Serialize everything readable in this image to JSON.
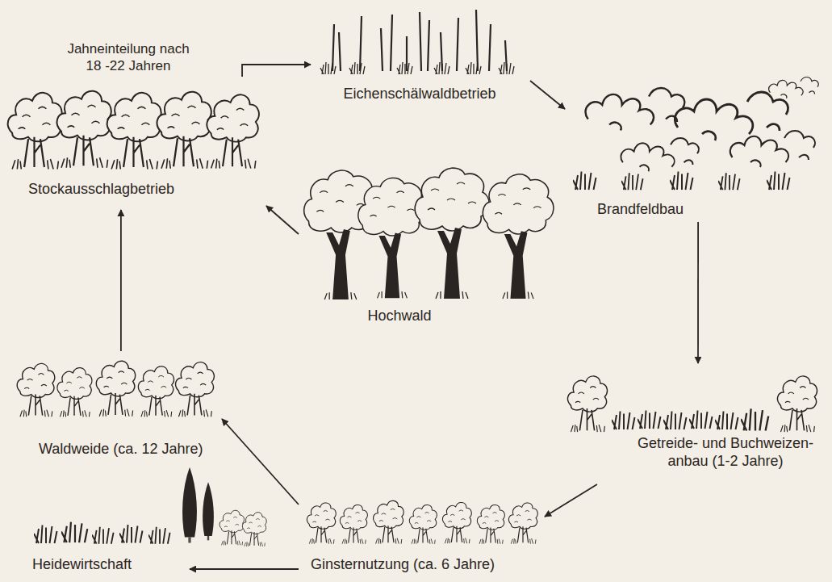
{
  "diagram": {
    "nodes": [
      {
        "text": [
          "Eichenschälwaldbetrieb"
        ]
      },
      {
        "text": [
          "Stockausschlagbetrieb"
        ]
      },
      {
        "text": [
          "Brandfeldbau"
        ]
      },
      {
        "text": [
          "Hochwald"
        ]
      },
      {
        "text": [
          "Waldweide (ca. 12 Jahre)"
        ]
      },
      {
        "text": [
          "Getreide- und Buchweizen- anbau (1-2 Jahre)"
        ]
      },
      {
        "text": [
          "Heidewirtschaft"
        ]
      },
      {
        "text": [
          "Ginsternutzung (ca. 6 Jahre)"
        ]
      }
    ],
    "edges": [
      {
        "from": 1,
        "to": 0,
        "arrow": "to",
        "label": "Jahneinteilung nach 18 -22 Jahren"
      },
      {
        "from": 0,
        "to": 2,
        "arrow": "to"
      },
      {
        "from": 2,
        "to": 5,
        "arrow": "to"
      },
      {
        "from": 5,
        "to": 7,
        "arrow": "to"
      },
      {
        "from": 7,
        "to": 6,
        "arrow": "to"
      },
      {
        "from": 7,
        "to": 4,
        "arrow": "to"
      },
      {
        "from": 4,
        "to": 1,
        "arrow": "to"
      },
      {
        "from": 3,
        "to": 1,
        "arrow": "to"
      }
    ]
  }
}
